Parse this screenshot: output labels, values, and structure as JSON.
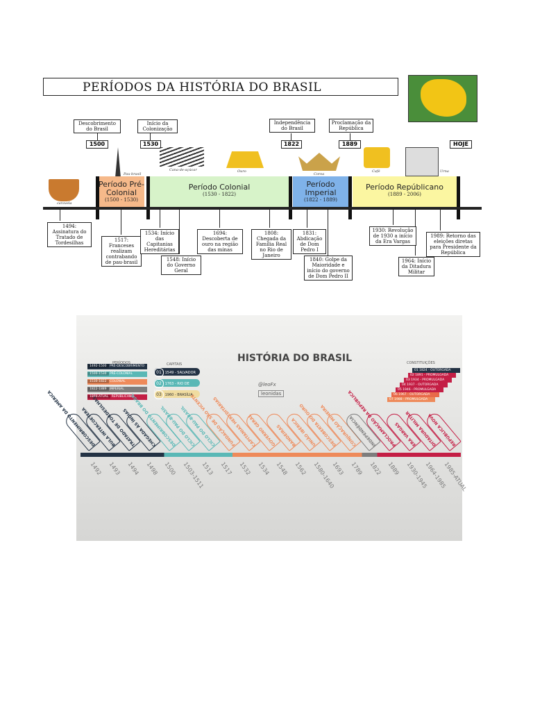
{
  "fig1": {
    "title": "PERÍODOS DA HISTÓRIA DO BRASIL",
    "top_labels": [
      {
        "text": "Descobrimento do Brasil",
        "year": "1500"
      },
      {
        "text": "Início da Colonização",
        "year": "1530"
      },
      {
        "text": "Independência do Brasil",
        "year": "1822"
      },
      {
        "text": "Proclamação da República",
        "year": "1889"
      },
      {
        "text": "",
        "year": "HOJE"
      }
    ],
    "bands": [
      {
        "name": "Período Pré-Colonial",
        "range": "(1500 - 1530)",
        "color": "#f6b98a"
      },
      {
        "name": "Período Colonial",
        "range": "(1530 - 1822)",
        "color": "#d7f3c9"
      },
      {
        "name": "Período Imperial",
        "range": "(1822 - 1889)",
        "color": "#7fb2e9"
      },
      {
        "name": "Período Repúblicano",
        "range": "(1889 - 2006)",
        "color": "#fbf6a1"
      }
    ],
    "icon_captions": [
      "caravela",
      "Pau-brasil",
      "Cana-de-açúcar",
      "Ouro",
      "Coroa",
      "Café",
      "Urna"
    ],
    "bottom_labels": [
      "1494: Assinatura do Tratado de Tordesilhas",
      "1517: Franceses realizam contrabando de pau-brasil",
      "1534: Início das Capitanias Hereditárias",
      "1548: Início do Governo Geral",
      "1694: Descoberta de ouro na região das minas",
      "1808: Chegada da Família Real no Rio de Janeiro",
      "1831: Abdicação de Dom Pedro I",
      "1840: Golpe da Maioridade e início do governo de Dom Pedro II",
      "1930: Revolução de 1930 a início da Era Vargas",
      "1964: Início da Ditadura Militar",
      "1989: Retorno das eleições diretas para Presidente da República"
    ]
  },
  "fig2": {
    "title": "HISTÓRIA DO BRASIL",
    "signature": "@leoFx",
    "brand": "leonidas",
    "headers": {
      "periodos": "PERÍODOS",
      "capitais": "CAPITAIS",
      "constituicoes": "CONSTITUIÇÕES"
    },
    "periods": [
      {
        "years": "1492-1500",
        "label": "PRÉ-DESCOBRIMENTO",
        "color": "#233244"
      },
      {
        "years": "1500-1530",
        "label": "PRÉ-COLONIAL",
        "color": "#5ab8b6"
      },
      {
        "years": "1530-1822",
        "label": "COLONIAL",
        "color": "#ee8a5a"
      },
      {
        "years": "1822-1889",
        "label": "IMPERIAL",
        "color": "#7d7d7d"
      },
      {
        "years": "1889-ATUAL",
        "label": "REPUBLICANO",
        "color": "#c41e45"
      }
    ],
    "capitals": [
      {
        "n": "01",
        "label": "1549 - SALVADOR",
        "color": "#233244"
      },
      {
        "n": "02",
        "label": "1763 - RIO DE JANEIRO",
        "color": "#5ab8b6"
      },
      {
        "n": "03",
        "label": "1960 - BRASÍLIA",
        "color": "#f0dca0"
      }
    ],
    "constitutions": [
      {
        "n": "01",
        "label": "1824 - OUTORGADA",
        "color": "#233244"
      },
      {
        "n": "02",
        "label": "1891 - PROMULGADA",
        "color": "#c41e45"
      },
      {
        "n": "03",
        "label": "1934 - PROMULGADA",
        "color": "#c41e45"
      },
      {
        "n": "04",
        "label": "1937 - OUTORGADA",
        "color": "#c41e45"
      },
      {
        "n": "05",
        "label": "1946 - PROMULGADA",
        "color": "#c41e45"
      },
      {
        "n": "06",
        "label": "1967 - OUTORGADA",
        "color": "#e86a4a"
      },
      {
        "n": "07",
        "label": "1988 - PROMULGADA",
        "color": "#ee8a5a"
      }
    ],
    "events": [
      {
        "label": "DESCOBRIMENTO DA AMÉRICA",
        "color": "#233244"
      },
      {
        "label": "BULA INTERCOETERA",
        "color": "#233244"
      },
      {
        "label": "TRATADO DE TORDESILHAS",
        "color": "#233244"
      },
      {
        "label": "CHEGADA ÀS ÍNDIAS",
        "color": "#233244"
      },
      {
        "label": "DESCOBRIMENTO DO BRASIL",
        "color": "#5ab8b6"
      },
      {
        "label": "CICLO DO PAU-BRASIL",
        "color": "#5ab8b6"
      },
      {
        "label": "CICLO DO PAU-BRASIL",
        "color": "#5ab8b6"
      },
      {
        "label": "FUNDAÇÃO DE SÃO VICENTE",
        "color": "#ee8a5a"
      },
      {
        "label": "CAPITANIAS HEREDITÁRIAS",
        "color": "#ee8a5a"
      },
      {
        "label": "GOVERNO GERAL",
        "color": "#ee8a5a"
      },
      {
        "label": "BANDEIRAS",
        "color": "#ee8a5a"
      },
      {
        "label": "UNIÃO IBÉRICA",
        "color": "#ee8a5a"
      },
      {
        "label": "DESCOBERTA DO OURO",
        "color": "#ee8a5a"
      },
      {
        "label": "CONJURAÇÃO MINEIRA",
        "color": "#ee8a5a"
      },
      {
        "label": "INDEPENDÊNCIA",
        "color": "#7d7d7d"
      },
      {
        "label": "PROCLAMAÇÃO DA REPÚBLICA",
        "color": "#c41e45"
      },
      {
        "label": "ERA VARGAS",
        "color": "#c41e45"
      },
      {
        "label": "DITADURA MILITAR",
        "color": "#c41e45"
      },
      {
        "label": "REPÚBLICA NOVA",
        "color": "#c41e45"
      }
    ],
    "years": [
      "1492",
      "1493",
      "1494",
      "1498",
      "1500",
      "1503-1511",
      "1513",
      "1517",
      "1532",
      "1534",
      "1548",
      "1562",
      "1580-1640",
      "1693",
      "1789",
      "1822",
      "1889",
      "1930-1945",
      "1964-1985",
      "1985-ATUAL"
    ]
  }
}
